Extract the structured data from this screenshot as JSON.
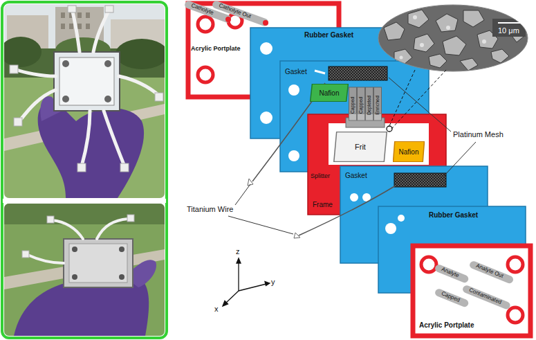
{
  "diagram": {
    "nodes": [
      {
        "text": [
          "Nafion"
        ]
      },
      {
        "text": [
          "Frit"
        ]
      },
      {
        "text": [
          "Nafion"
        ]
      }
    ],
    "labels": [
      "Catholyte",
      "Catholyte Out",
      "Acrylic Portplate",
      "Rubber Gasket",
      "10 μm",
      "Gasket",
      "Capped",
      "Capped",
      "Depleted",
      "Enriched",
      "Splitter",
      "Platinum Mesh",
      "Frame",
      "Gasket",
      "Titanium Wire",
      "Rubber Gasket",
      "z",
      "y",
      "x",
      "Analyte",
      "Analyte Out",
      "Capped",
      "Contaminated",
      "Acrylic Portplate"
    ]
  }
}
